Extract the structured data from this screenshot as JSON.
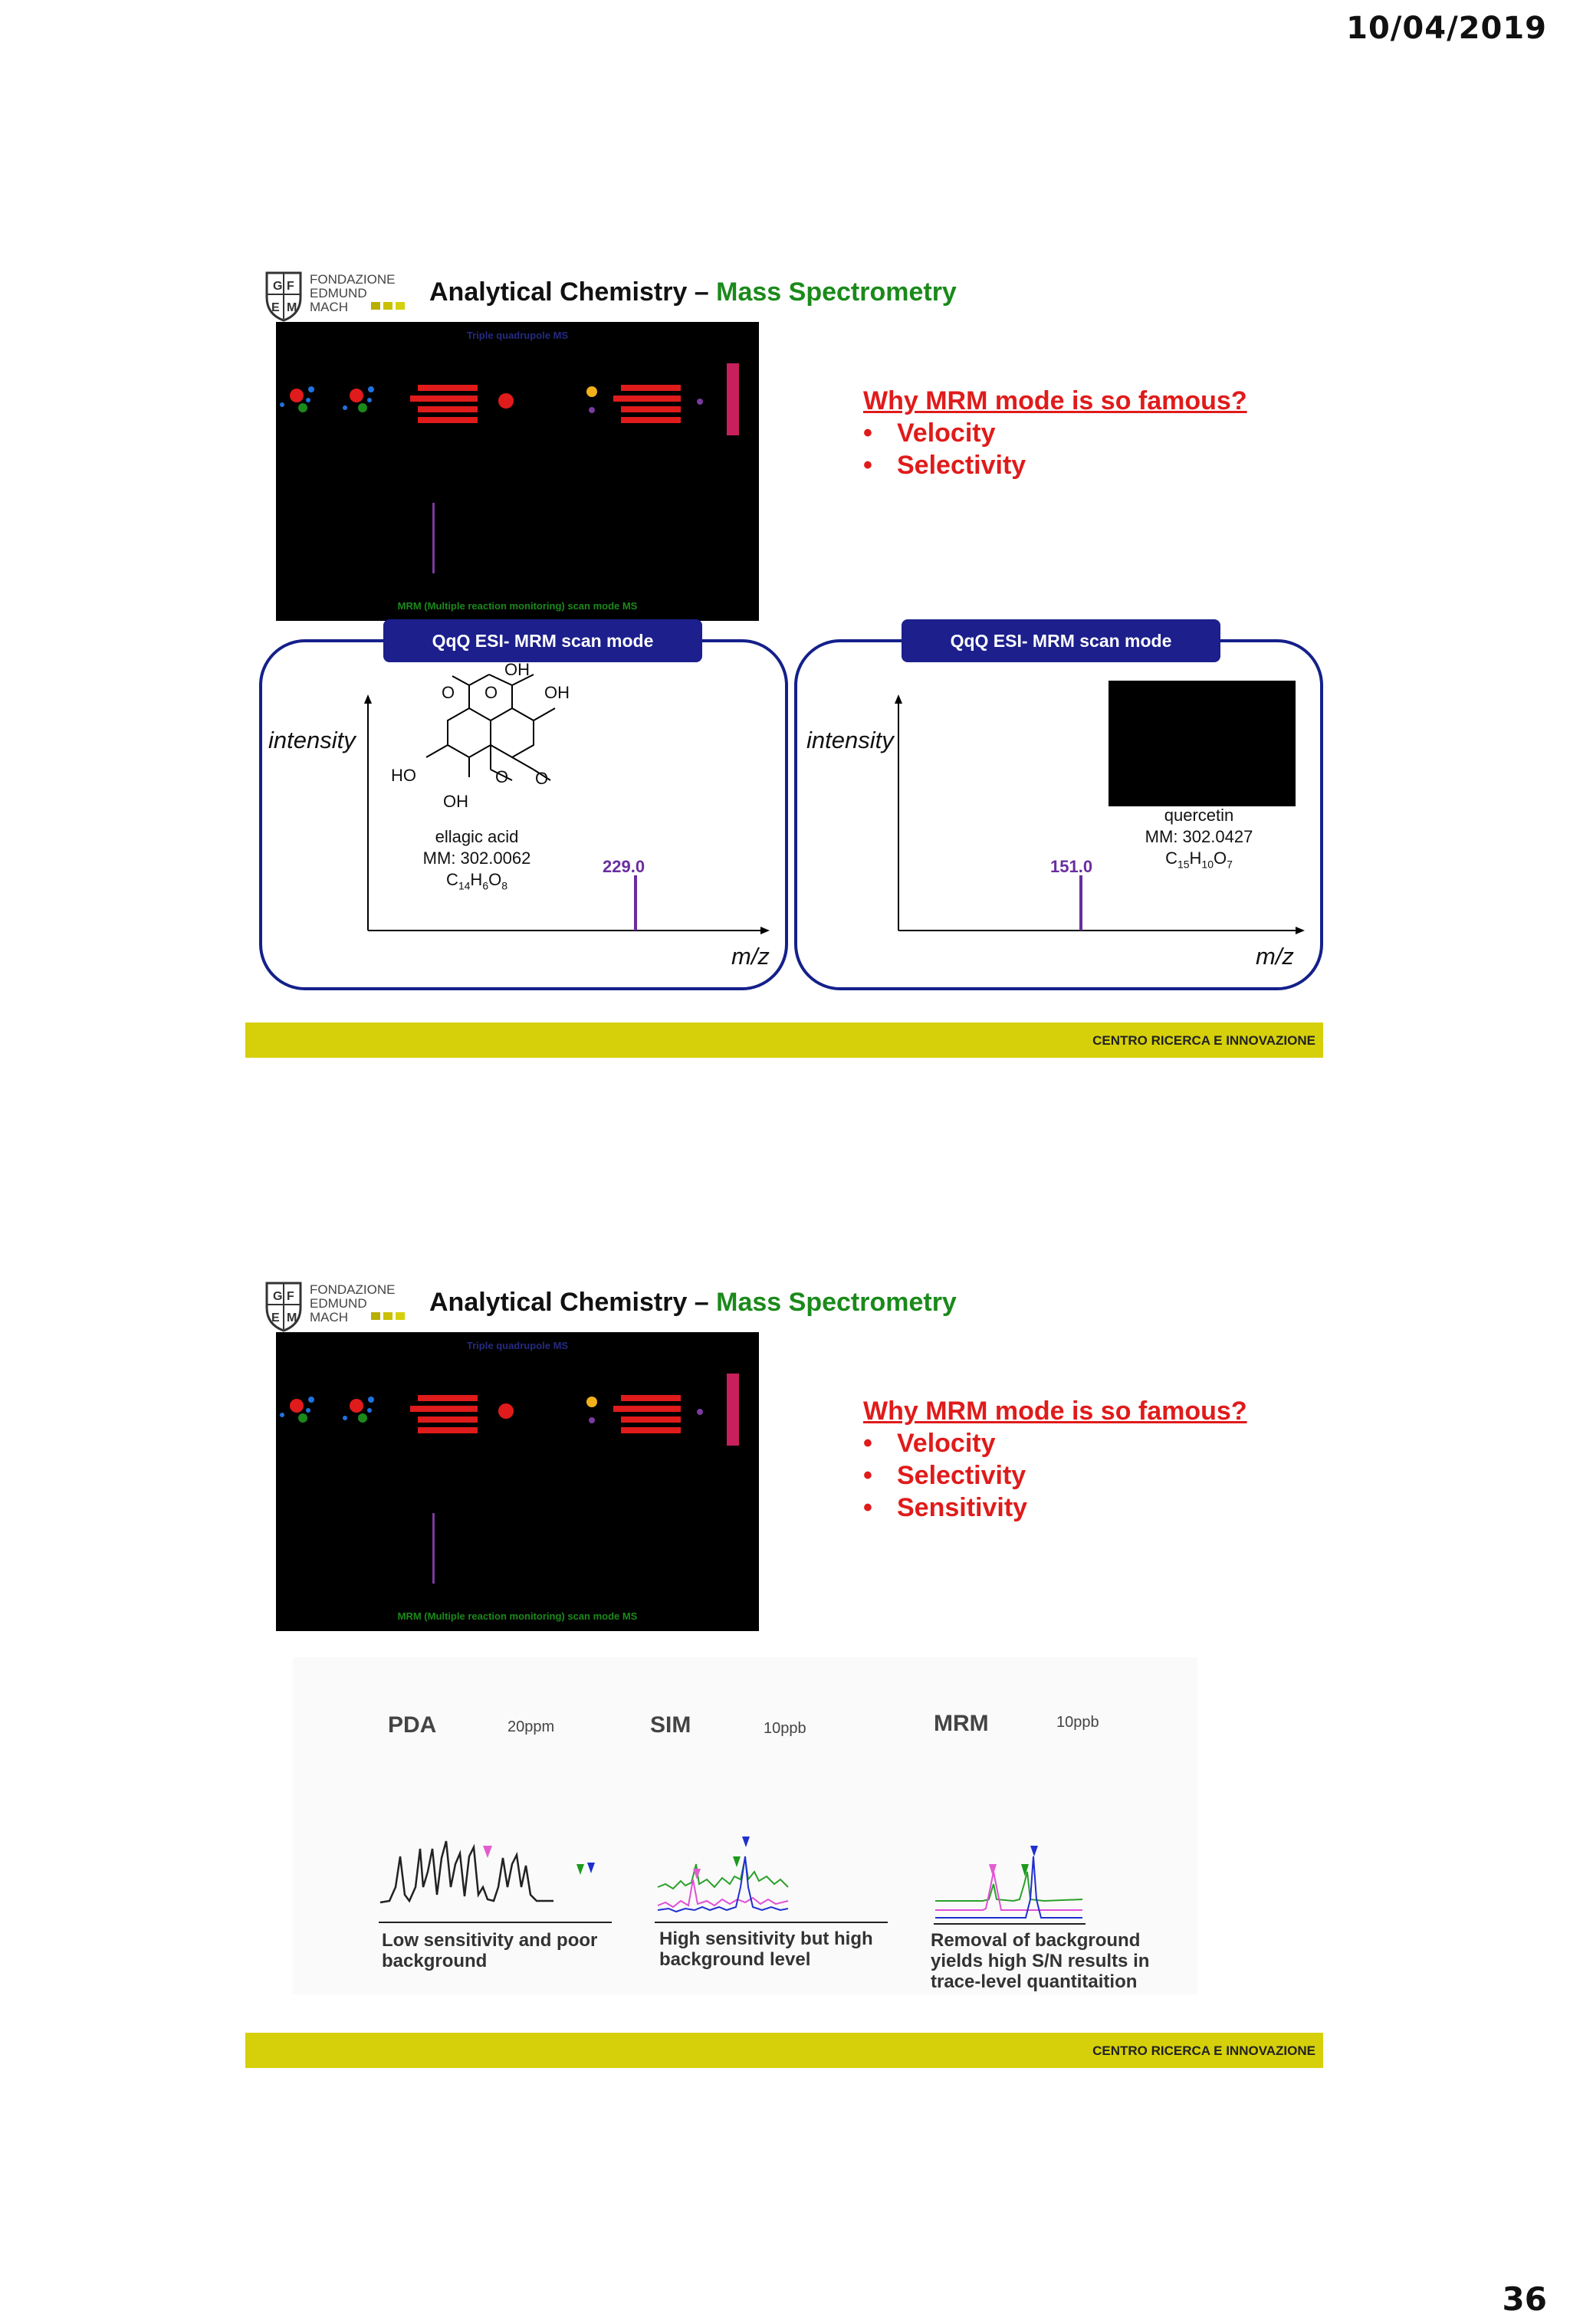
{
  "page": {
    "date": "10/04/2019",
    "number": "36"
  },
  "logo": {
    "line1": "FONDAZIONE",
    "line2": "EDMUND",
    "line3": "MACH"
  },
  "slides": [
    {
      "title_main": "Analytical Chemistry – ",
      "title_accent": "Mass Spectrometry",
      "anim_top": "Triple quadrupole MS",
      "anim_bottom": "MRM (Multiple reaction monitoring) scan mode MS",
      "why_heading": "Why MRM mode is so famous?",
      "bullets": [
        "Velocity",
        "Selectivity"
      ],
      "panels": [
        {
          "pill": "QqQ ESI- MRM scan mode",
          "ylabel": "intensity",
          "xlabel": "m/z",
          "compound": "ellagic acid",
          "mm": "MM: 302.0062",
          "formula": {
            "c": "C",
            "c_n": "14",
            "h": "H",
            "h_n": "6",
            "o": "O",
            "o_n": "8"
          },
          "peak": "229.0",
          "structure_labels": {
            "oh_top": "OH",
            "oh_right": "OH",
            "ho_left": "HO",
            "oh_bottom": "OH",
            "o_ring1": "O",
            "o_ring2": "O",
            "o_carb1": "O",
            "o_carb2": "O"
          }
        },
        {
          "pill": "QqQ ESI- MRM scan mode",
          "ylabel": "intensity",
          "xlabel": "m/z",
          "compound": "quercetin",
          "mm": "MM: 302.0427",
          "formula": {
            "c": "C",
            "c_n": "15",
            "h": "H",
            "h_n": "10",
            "o": "O",
            "o_n": "7"
          },
          "peak": "151.0"
        }
      ],
      "footer": "CENTRO RICERCA E INNOVAZIONE"
    },
    {
      "title_main": "Analytical Chemistry – ",
      "title_accent": "Mass Spectrometry",
      "anim_top": "Triple quadrupole MS",
      "anim_bottom": "MRM (Multiple reaction monitoring) scan mode MS",
      "why_heading": "Why MRM mode is so famous?",
      "bullets": [
        "Velocity",
        "Selectivity",
        "Sensitivity"
      ],
      "chromatograms": [
        {
          "label": "PDA",
          "conc": "20ppm",
          "caption1": "Low sensitivity and poor",
          "caption2": "background",
          "caption3": ""
        },
        {
          "label": "SIM",
          "conc": "10ppb",
          "caption1": "High sensitivity but high",
          "caption2": "background level",
          "caption3": ""
        },
        {
          "label": "MRM",
          "conc": "10ppb",
          "caption1": "Removal of background",
          "caption2": "yields high S/N results in",
          "caption3": "trace-level quantitaition"
        }
      ],
      "footer": "CENTRO RICERCA E INNOVAZIONE"
    }
  ],
  "colors": {
    "accent_green": "#1a8a1a",
    "accent_red": "#e01b1b",
    "navy": "#14208a",
    "band": "#d6d00a",
    "peak_purple": "#6a2da0"
  }
}
